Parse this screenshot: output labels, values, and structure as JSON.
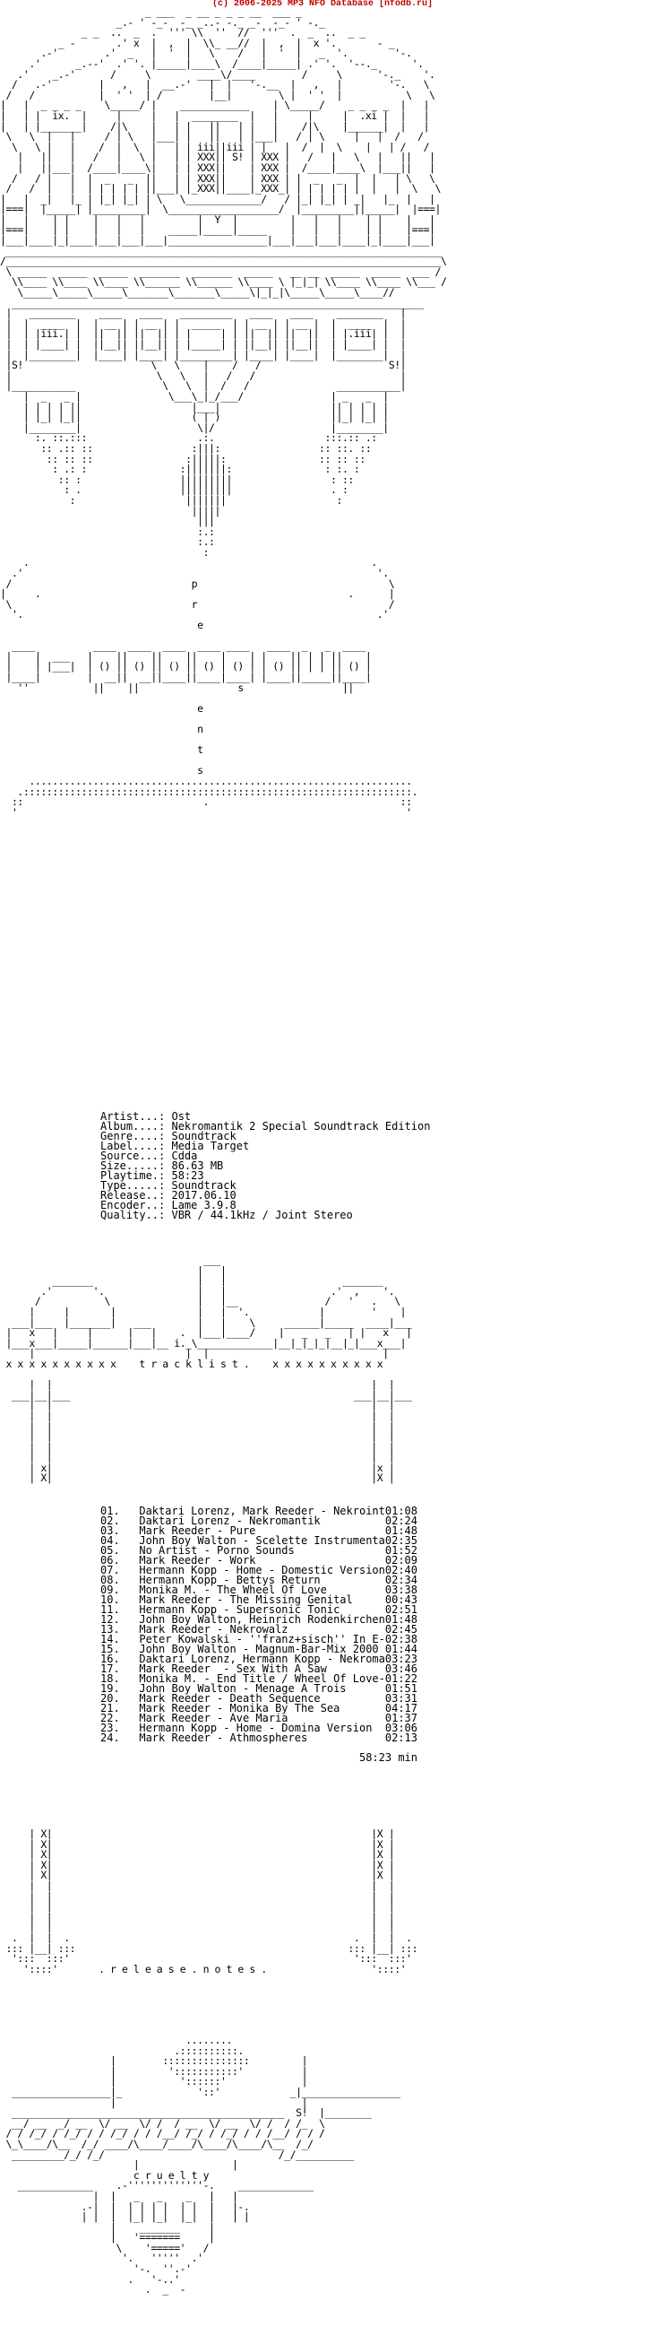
{
  "header": {
    "credit": "(c) 2006-2025 MP3 NFO Database [nfodb.ru]"
  },
  "colors": {
    "header_text": "#c00000",
    "background": "#ffffff",
    "text": "#000000"
  },
  "art": {
    "lines": [
      "                         _ ___  _ __ _ _ _ __  ___ _",
      "                    _.- ' -_-  -_ _..- -._ _-  -_- ' -._",
      "              _ _  ..  _  .  ''' \\\\  ''  //  '''  .  _  ..  _ _",
      "          _ -       .' x  |  ,  |  \\\\_ __//  |  ,  |  x '.       - _",
      "       .-'        .'  _   |  '  |   \\    /   |  '  |   _  '.        '-.",
      "     .'      _.--'  .' '. |_____|____\\  /____|_____| .' '.  '--._      '.",
      "   .'    _.-'      /     \\        ____\\/____        /     \\      '-._    '.",
      "  /   .-'        |   ,   |  __.-'   |  |   '-.__  |   ,   |        '-.   \\",
      " /   /           |  ' '  | /        |__|        \\ |  ' '  |           \\   \\",
      "|   |  _ _ _ _    \\_____/ |    ____________    | \\_____/    _ _ _ _  |   |",
      "|   | |  ix.  |     |     |   |  ________  |   |     |     |  .xi |  |   |",
      "|   | |_______|    /|\\    |   | |   ||   | |   |    /|\\    |______|  |   |",
      " \\   \\  |   |     / | \\   |___| |   ||   | |___|   / | \\     |   |  /   /",
      "  \\   \\ |   |    /  |  \\  |   | | iii||iii | |   |  /  |  \\    |   | /   /",
      "   |   ||   |   /   |   \\ |   | | XXX|| S! | XXX |   /   |   \\   |   ||   |",
      "   |   ||___|  /____|____\\|   | | XXX||    | XXX |  /____|____\\  |___||   |",
      "  /   / |   |  |  _   _  ||   | | XXX||    | XXX | |  _   _  |  |   | \\   \\",
      " /   /  |   |  | | | | | ||___| |_XXX||____|_XXX_| | | | | | |  |   |  \\   \\",
      "|   |  _|   |_ | |_| |_| | \\   \\_____________/   / |_| |_| | _|   |_  |   |",
      "|===|  |_____| |_________|  \\___________________/  |_________||_____|  |===|",
      "|   |    | |    |   |   |         |  Y  |         |   |   |    | |    |   |",
      "|===|    | |    |   |   |    _____|_____|_____    |   |   |    | |    |===|",
      "|___|____|_|____|___|___|___|_________________|___|___|___|____|_|____|___|",
      " ___________________________________________________________________________",
      "/___________________________________________________________________________\\",
      " \\ _____  _____  _____  _______  _______  _____   __ __  _____  _____  ___ /",
      "  \\\\____ \\\\____ \\\\____ \\\\______ \\\\______ \\\\____ \\ |_|_| \\\\____ \\\\____ \\\\___ /",
      "   \\_____\\_____\\_____\\_______\\_______\\_____\\|_|_|\\_____\\_____\\____//",
      "  _______________________________________________________________________",
      " |   ________    ____   ____   _________   ____   ____    ________   |",
      " |  |  ____  |  | __ | | __ | |  _____  | | __ | | __ |  |  ____  |  |",
      " |  | |iii.| |  ||  || ||  || | |     | | ||  || ||  ||  | |.iii| |  |",
      " |  | |____| |  ||__|| ||__|| | |_____| | ||__|| ||__||  | |____| |  |",
      " |  |________|  |____| |____| |_________| |____| |____|  |________|  |",
      " |S!                      \\   \\    |    /   /                      S!|",
      " |                         \\   \\   |   /   /                         |",
      " |___________               \\   \\  |  /   /               ___________|",
      "    |  _   _ |               \\___\\_|_/___/               | _   _  |",
      "    | | | | ||                   |___|                   || | | | |",
      "    | |_| |_||                   ( | )                   ||_| |_| |",
      "    |________|                    \\|/                    |________|",
      "      :. ::.:::                   .:.                   :::.:: .:",
      "       :: .:: ::                 :|||:                 :: ::. ::",
      "        :: :: ::                :|||||:                :: :: ::",
      "         : .: :                :|||||||:                : :. :",
      "          :: :                 |||||||||                 : ::",
      "           : .                 |||||||||                 . :",
      "            :                   |||||||                   :",
      "                                 |||||",
      "                                  |||",
      "                                  :.:",
      "                                  :.:",
      "                                   :",
      "    .                                                           .",
      "  .'                                                             '.",
      " /                               p                                 \\",
      "|     .                                                     .      |",
      " \\                               r                                 /",
      "  '.                                                             .'",
      "                                  e",
      "",
      "  ____          ____  ____  ____  ____ ____   ____  _   _  ____",
      " |    |  ___   |    ||    ||    ||    |    | |    || | | ||    |",
      " |    | |___|  | () || () || () || () | () | | () || | | || () |",
      " |____|        |  __||  __||____||____|____| |____||_____||____|",
      "   ''           ||    ||                 s                 ||",
      "",
      "                                  e",
      "",
      "                                  n",
      "",
      "                                  t",
      "",
      "                                  s",
      "     ..................................................................",
      "   .:::::::::::::::::::::::::::::::::::::::::::::::::::::::::::::::::::.",
      "  ::                               .                                 ::",
      "  '                                                                   '"
    ]
  },
  "release_info": {
    "lines": [
      "Artist...: Ost",
      "Album....: Nekromantik 2 Special Soundtrack Edition",
      "Genre....: Soundtrack",
      "Label....: Media Target",
      "Source...: Cdda",
      "Size.....: 86.63 MB",
      "Playtime.: 58:23",
      "Type.....: Soundtrack",
      "Release..: 2017.06.10",
      "Encoder..: Lame 3.9.8",
      "Quality..: VBR / 44.1kHz / Joint Stereo"
    ]
  },
  "tracklist": {
    "heading": "t r a c k l i s t .",
    "tracks": [
      "01.   Daktari Lorenz, Mark Reeder - Nekroint01:08",
      "02.   Daktari Lorenz - Nekromantik          02:24",
      "03.   Mark Reeder - Pure                    01:48",
      "04.   John Boy Walton - Scelette Instrumenta02:35",
      "05.   No Artist - Porno Sounds              01:52",
      "06.   Mark Reeder - Work                    02:09",
      "07.   Hermann Kopp - Home - Domestic Version02:40",
      "08.   Hermann Kopp - Bettys Return          02:34",
      "09.   Monika M. - The Wheel Of Love         03:38",
      "10.   Mark Reeder - The Missing Genital     00:43",
      "11.   Hermann Kopp - Supersonic Tonic       02:51",
      "12.   John Boy Walton, Heinrich Rodenkirchen01:48",
      "13.   Mark Reeder - Nekrowalz               02:45",
      "14.   Peter Kowalski - ''franz+sisch'' In E-02:38",
      "15.   John Boy Walton - Magnum-Bar-Mix 2000 01:44",
      "16.   Daktari Lorenz, Hermann Kopp - Nekroma03:23",
      "17.   Mark Reeder  - Sex With A Saw         03:46",
      "18.   Monika M. - End Title / Wheel Of Love-01:22",
      "19.   John Boy Walton - Menage A Trois      01:51",
      "20.   Mark Reeder - Death Sequence          03:31",
      "21.   Mark Reeder - Monika By The Sea       04:17",
      "22.   Mark Reeder - Ave Maria               01:37",
      "23.   Hermann Kopp - Home - Domina Version  03:06",
      "24.   Mark Reeder - Athmospheres            02:13"
    ],
    "total": "58:23 min"
  },
  "release_notes": {
    "heading": ". r e l e a s e . n o t e s ."
  },
  "footer_art": {
    "group_tag": "S!",
    "group_name": "c r u e l t y"
  }
}
